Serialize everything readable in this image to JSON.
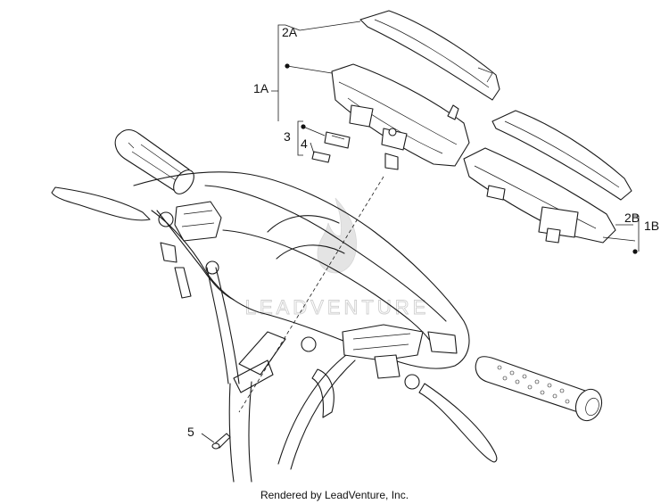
{
  "callouts": {
    "c2a": "2A",
    "c1a": "1A",
    "c3": "3",
    "c4": "4",
    "c2b": "2B",
    "c1b": "1B",
    "c5": "5"
  },
  "watermark": {
    "text": "LEADVENTURE"
  },
  "footer": {
    "credit": "Rendered by LeadVenture, Inc."
  }
}
